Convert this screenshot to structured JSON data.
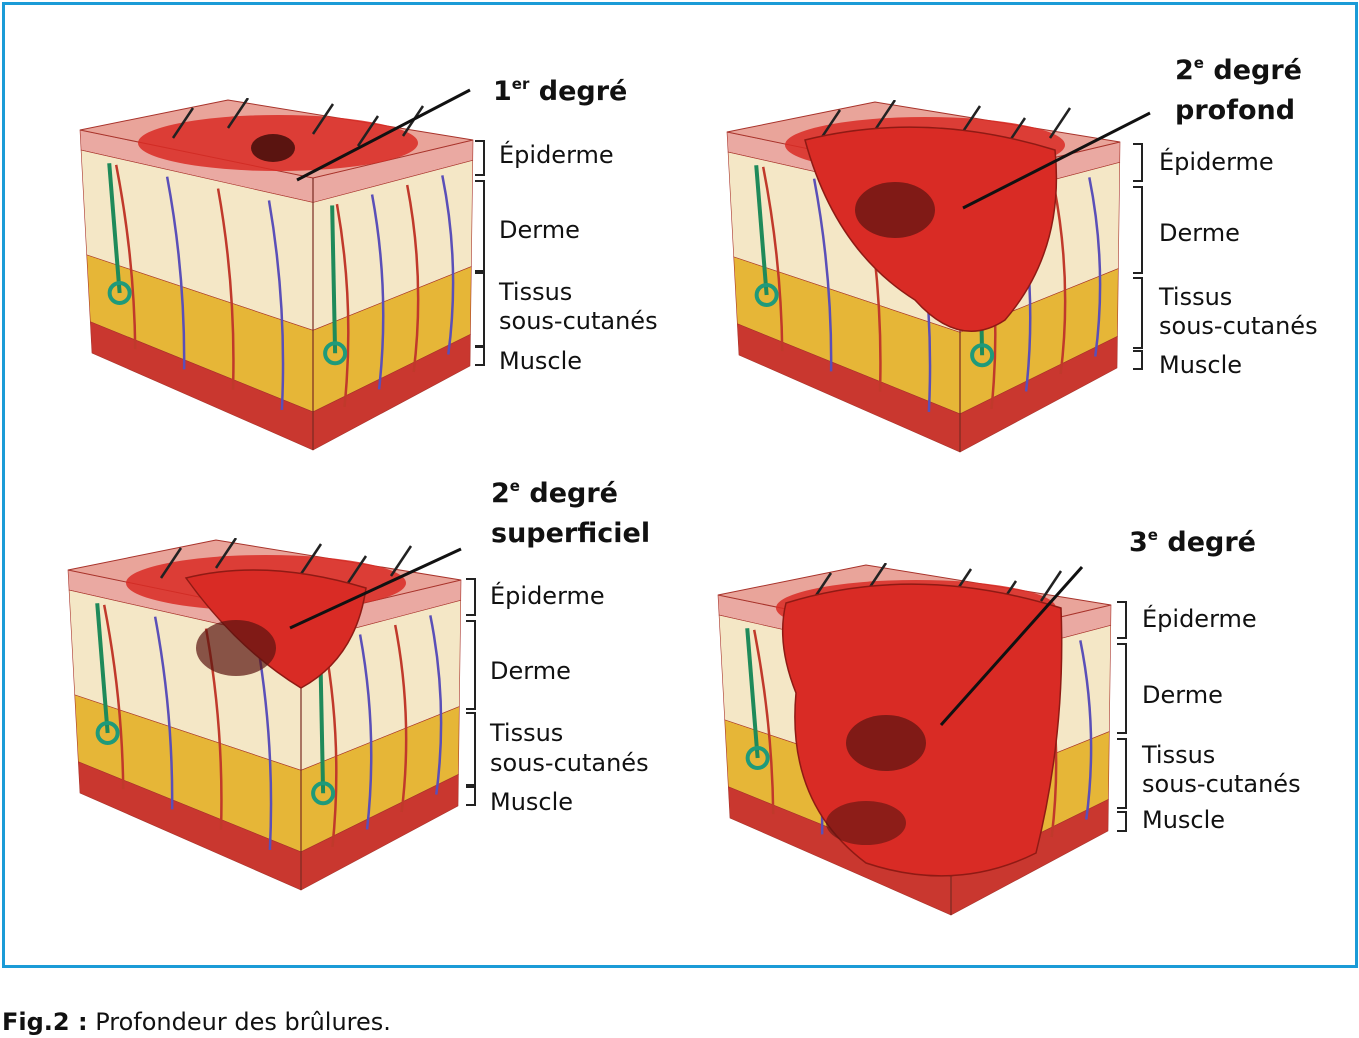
{
  "panels": [
    {
      "id": "first",
      "title_num": "1",
      "title_sup": "er",
      "title_rest": " degré",
      "title_line2": "",
      "burn": "surface",
      "layers": [
        "Épiderme",
        "Derme",
        "Tissus",
        "sous-cutanés",
        "Muscle"
      ]
    },
    {
      "id": "deep2",
      "title_num": "2",
      "title_sup": "e",
      "title_rest": " degré",
      "title_line2": "profond",
      "burn": "deep",
      "layers": [
        "Épiderme",
        "Derme",
        "Tissus",
        "sous-cutanés",
        "Muscle"
      ]
    },
    {
      "id": "sup2",
      "title_num": "2",
      "title_sup": "e",
      "title_rest": " degré",
      "title_line2": "superficiel",
      "burn": "superficial",
      "layers": [
        "Épiderme",
        "Derme",
        "Tissus",
        "sous-cutanés",
        "Muscle"
      ]
    },
    {
      "id": "third",
      "title_num": "3",
      "title_sup": "e",
      "title_rest": " degré",
      "title_line2": "",
      "burn": "full",
      "layers": [
        "Épiderme",
        "Derme",
        "Tissus",
        "sous-cutanés",
        "Muscle"
      ]
    }
  ],
  "caption": {
    "label": "Fig.2 :",
    "text": " Profondeur des brûlures."
  },
  "colors": {
    "frame": "#1b9bd7",
    "epidermis": "#eaa9a2",
    "dermis": "#f4e7c6",
    "fat": "#e6b637",
    "muscle": "#c9372f",
    "burn": "#d92b25",
    "char": "#5a1410"
  }
}
